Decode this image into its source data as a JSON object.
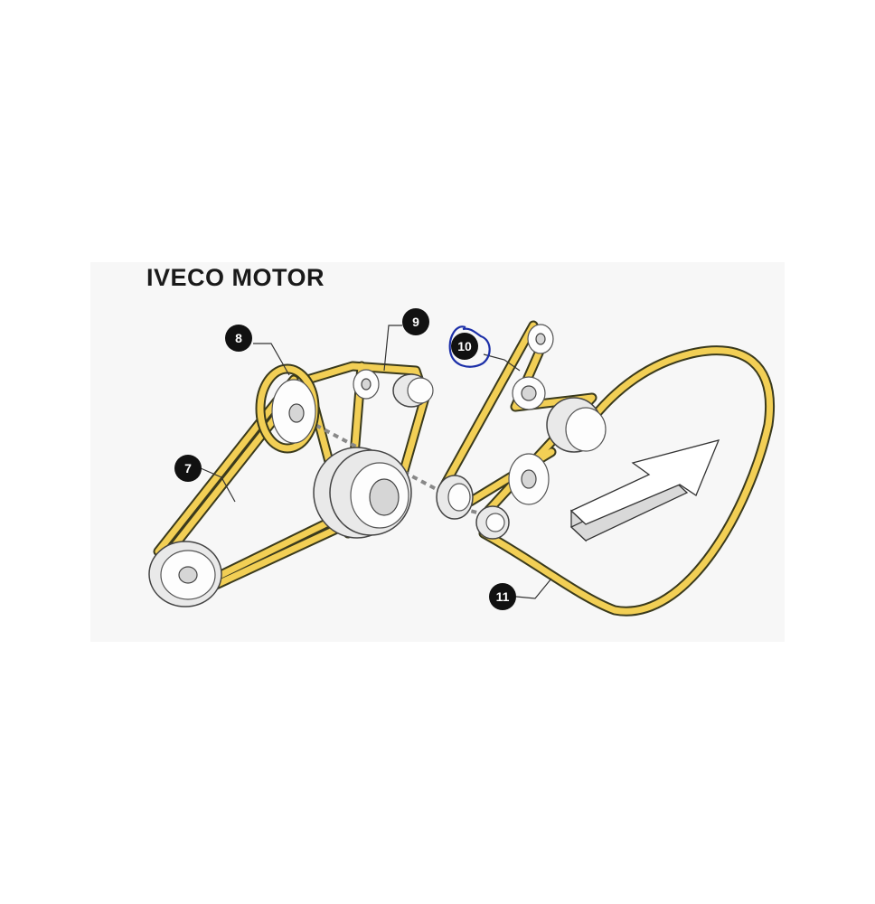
{
  "title": "IVECO MOTOR",
  "callouts": [
    {
      "id": "7",
      "label": "7"
    },
    {
      "id": "8",
      "label": "8"
    },
    {
      "id": "9",
      "label": "9"
    },
    {
      "id": "10",
      "label": "10",
      "highlighted": true,
      "highlight_color": "#1c2fa8"
    },
    {
      "id": "11",
      "label": "11"
    }
  ],
  "colors": {
    "belt": "#f2cf55",
    "belt_outline": "#3a3a1c",
    "badge": "#111111",
    "highlight": "#1c2fa8"
  },
  "icons": [
    "direction-arrow-icon"
  ]
}
